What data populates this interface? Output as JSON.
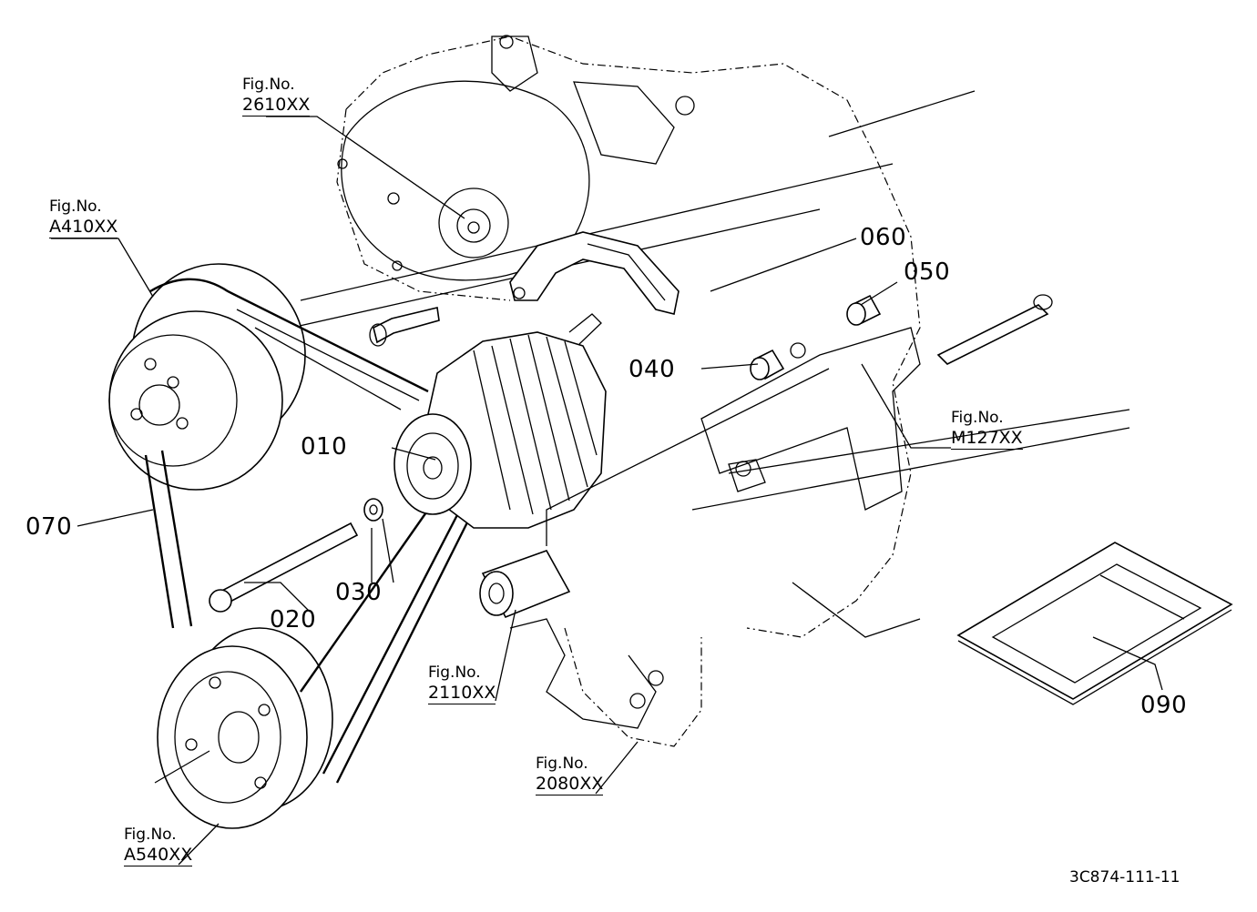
{
  "part_numbers": {
    "p010": "010",
    "p020": "020",
    "p030": "030",
    "p040": "040",
    "p050": "050",
    "p060": "060",
    "p070": "070",
    "p090": "090"
  },
  "figure_refs": {
    "ref_2610": {
      "label": "Fig.No.",
      "code": "2610XX"
    },
    "ref_A410": {
      "label": "Fig.No.",
      "code": "A410XX"
    },
    "ref_M127": {
      "label": "Fig.No.",
      "code": "M127XX"
    },
    "ref_2110": {
      "label": "Fig.No.",
      "code": "2110XX"
    },
    "ref_2080": {
      "label": "Fig.No.",
      "code": "2080XX"
    },
    "ref_A540": {
      "label": "Fig.No.",
      "code": "A540XX"
    }
  },
  "drawing_id": "3C874-111-11"
}
